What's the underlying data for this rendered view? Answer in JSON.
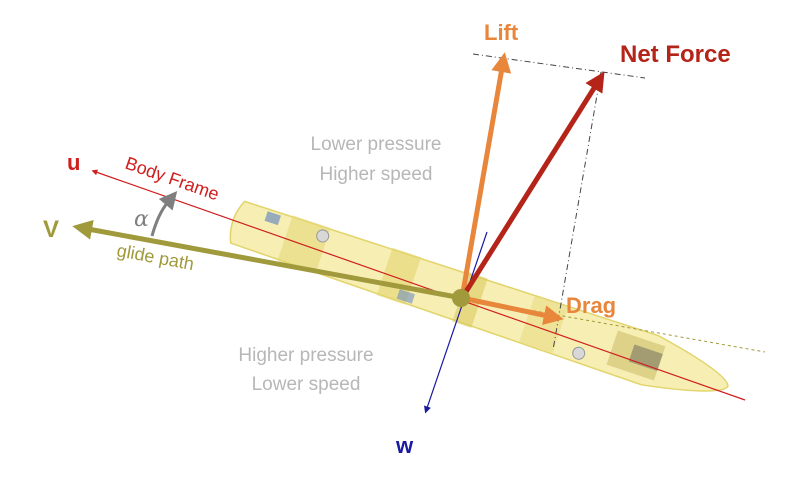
{
  "labels": {
    "lift": "Lift",
    "net_force": "Net Force",
    "drag": "Drag",
    "u_axis": "u",
    "w_axis": "w",
    "velocity": "V",
    "alpha": "α",
    "body_frame": "Body Frame",
    "glide_path": "glide path",
    "upper_pressure_line1": "Lower pressure",
    "upper_pressure_line2": "Higher speed",
    "lower_pressure_line1": "Higher pressure",
    "lower_pressure_line2": "Lower speed"
  },
  "colors": {
    "lift": "#e8863c",
    "net_force": "#b52418",
    "u_axis": "#cf1e1e",
    "w_axis": "#1a1aa0",
    "velocity": "#a09a3c",
    "alpha_arrow": "#7f7f7f",
    "pressure_text": "#b7b7b7",
    "vehicle_body": "#f3e89a"
  }
}
